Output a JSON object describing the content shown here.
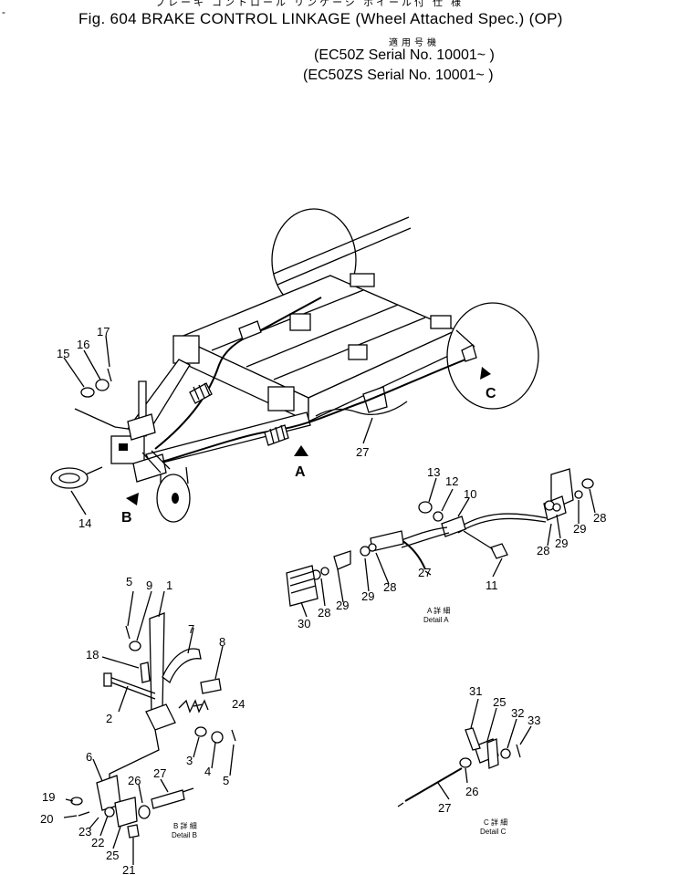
{
  "header": {
    "dash": "-",
    "jp_title": "ブレーキ コントロール リンケージ ホイール付 仕 様",
    "fig_title": "Fig. 604  BRAKE CONTROL LINKAGE (Wheel Attached Spec.)  (OP)",
    "jp_applicable": "適用号機",
    "serial_1": "(EC50Z   Serial No. 10001~ )",
    "serial_2": "(EC50ZS  Serial No. 10001~ )"
  },
  "views": {
    "A": "A",
    "B": "B",
    "C": "C"
  },
  "details": {
    "a_jp": "A 詳 細",
    "a_en": "Detail  A",
    "b_jp": "B 詳 細",
    "b_en": "Detail  B",
    "c_jp": "C 詳 細",
    "c_en": "Detail  C"
  },
  "callouts": {
    "c1": "1",
    "c2": "2",
    "c3": "3",
    "c4": "4",
    "c5a": "5",
    "c5b": "5",
    "c6": "6",
    "c7": "7",
    "c8": "8",
    "c9": "9",
    "c10": "10",
    "c11": "11",
    "c12": "12",
    "c13": "13",
    "c14": "14",
    "c15": "15",
    "c16": "16",
    "c17": "17",
    "c18": "18",
    "c19": "19",
    "c20": "20",
    "c21": "21",
    "c22": "22",
    "c23": "23",
    "c24": "24",
    "c25a": "25",
    "c25b": "25",
    "c26a": "26",
    "c26b": "26",
    "c27a": "27",
    "c27b": "27",
    "c27c": "27",
    "c27d": "27",
    "c28a": "28",
    "c28b": "28",
    "c28c": "28",
    "c28d": "28",
    "c29a": "29",
    "c29b": "29",
    "c29c": "29",
    "c29d": "29",
    "c30": "30",
    "c31": "31",
    "c32": "32",
    "c33": "33"
  }
}
